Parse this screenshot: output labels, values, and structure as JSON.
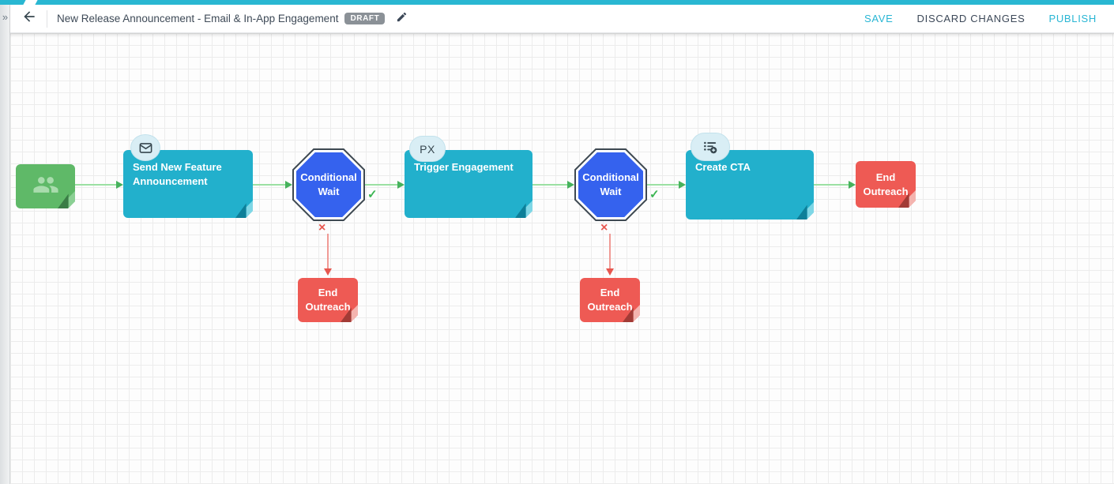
{
  "toolbar": {
    "collapse_chevron": "»",
    "title": "New Release Announcement - Email & In-App Engagement",
    "status_badge": "DRAFT",
    "save_label": "SAVE",
    "discard_label": "DISCARD CHANGES",
    "publish_label": "PUBLISH"
  },
  "canvas": {
    "marks": {
      "success_check": "✓",
      "failure_x": "×"
    },
    "nodes": {
      "start": {
        "type": "segment-source",
        "icon": "participants-icon"
      },
      "send_email": {
        "label": "Send New Feature Announcement",
        "badge": "email-icon"
      },
      "conditional_wait_1": {
        "label": "Conditional Wait"
      },
      "trigger_engagement": {
        "label": "Trigger Engagement",
        "badge_text": "PX"
      },
      "conditional_wait_2": {
        "label": "Conditional Wait"
      },
      "create_cta": {
        "label": "Create CTA",
        "badge": "cta-list-add-icon"
      },
      "end_outreach_main": {
        "label": "End Outreach"
      },
      "end_outreach_branch_1": {
        "label": "End Outreach"
      },
      "end_outreach_branch_2": {
        "label": "End Outreach"
      }
    },
    "colors": {
      "accent": "#29b6d4",
      "action_node": "#22b0cc",
      "start_node": "#5fb968",
      "end_node": "#ee5a54",
      "conditional_node": "#3562ee",
      "success_connector": "#46b25c",
      "failure_connector": "#e7574f"
    }
  }
}
